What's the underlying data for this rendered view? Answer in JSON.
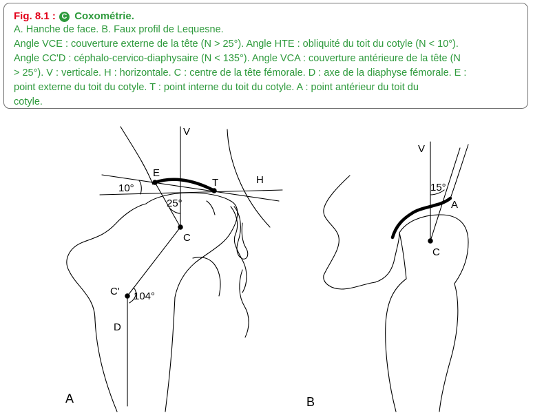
{
  "caption": {
    "fig_number": "Fig. 8.1 :",
    "badge": "C",
    "title": "Coxométrie.",
    "lines": [
      "A. Hanche de face. B. Faux profil de Lequesne.",
      "Angle VCE : couverture externe de la tête (N > 25°). Angle HTE : obliquité du toit du cotyle (N < 10°).",
      "Angle CC'D : céphalo-cervico-diaphysaire (N < 135°). Angle VCA : couverture antérieure de la tête (N",
      "> 25°). V : verticale. H : horizontale. C : centre de la tête fémorale. D : axe de la diaphyse fémorale. E :",
      "point externe du toit du cotyle. T : point interne du toit du cotyle. A : point antérieur du toit du",
      "cotyle."
    ]
  },
  "figure_a": {
    "panel": "A",
    "labels": {
      "v": "V",
      "e": "E",
      "t": "T",
      "h": "H",
      "c": "C",
      "c_prime": "C'",
      "d": "D"
    },
    "angles": {
      "hte": "10°",
      "vce": "25°",
      "ccd": "104°"
    }
  },
  "figure_b": {
    "panel": "B",
    "labels": {
      "v": "V",
      "a": "A",
      "c": "C"
    },
    "angles": {
      "vca": "15°"
    }
  },
  "colors": {
    "figure_red": "#e2001a",
    "accent_green": "#2e9a3c",
    "border": "#6f6f6f"
  }
}
